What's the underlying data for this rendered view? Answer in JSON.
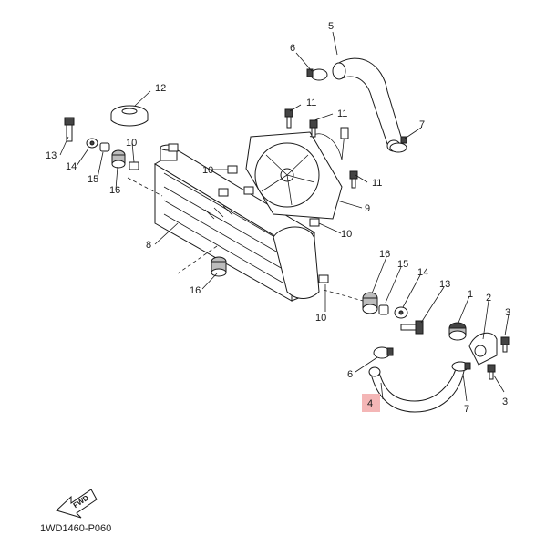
{
  "diagram_code": "1WD1460-P060",
  "fwd_label": "FWD",
  "highlight_color": "#f4b6b6",
  "callouts": [
    {
      "id": "c5",
      "label": "5"
    },
    {
      "id": "c6a",
      "label": "6"
    },
    {
      "id": "c12",
      "label": "12"
    },
    {
      "id": "c11a",
      "label": "11"
    },
    {
      "id": "c11b",
      "label": "11"
    },
    {
      "id": "c7a",
      "label": "7"
    },
    {
      "id": "c13a",
      "label": "13"
    },
    {
      "id": "c10a",
      "label": "10"
    },
    {
      "id": "c14a",
      "label": "14"
    },
    {
      "id": "c15a",
      "label": "15"
    },
    {
      "id": "c16a",
      "label": "16"
    },
    {
      "id": "c10b",
      "label": "10"
    },
    {
      "id": "c11c",
      "label": "11"
    },
    {
      "id": "c9",
      "label": "9"
    },
    {
      "id": "c10c",
      "label": "10"
    },
    {
      "id": "c8",
      "label": "8"
    },
    {
      "id": "c16b",
      "label": "16"
    },
    {
      "id": "c16c",
      "label": "16"
    },
    {
      "id": "c15b",
      "label": "15"
    },
    {
      "id": "c14b",
      "label": "14"
    },
    {
      "id": "c13b",
      "label": "13"
    },
    {
      "id": "c1",
      "label": "1"
    },
    {
      "id": "c2",
      "label": "2"
    },
    {
      "id": "c3a",
      "label": "3"
    },
    {
      "id": "c10d",
      "label": "10"
    },
    {
      "id": "c6b",
      "label": "6"
    },
    {
      "id": "c4",
      "label": "4"
    },
    {
      "id": "c7b",
      "label": "7"
    },
    {
      "id": "c3b",
      "label": "3"
    }
  ]
}
